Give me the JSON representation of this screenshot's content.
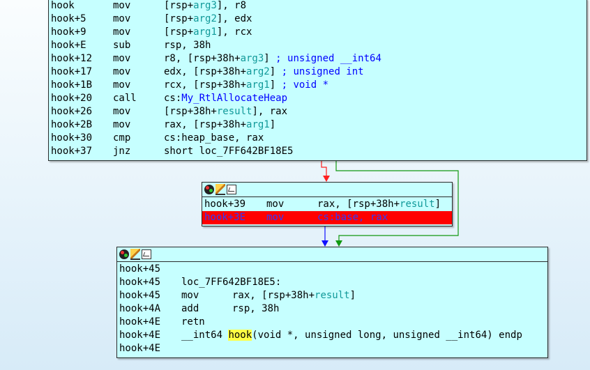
{
  "top_block": {
    "lines": [
      {
        "addr": "hook",
        "mnem": "mov",
        "ops": [
          {
            "t": "[rsp+"
          },
          {
            "t": "arg3",
            "c": "green"
          },
          {
            "t": "], r8"
          }
        ]
      },
      {
        "addr": "hook+5",
        "mnem": "mov",
        "ops": [
          {
            "t": "[rsp+"
          },
          {
            "t": "arg2",
            "c": "green"
          },
          {
            "t": "], edx"
          }
        ]
      },
      {
        "addr": "hook+9",
        "mnem": "mov",
        "ops": [
          {
            "t": "[rsp+"
          },
          {
            "t": "arg1",
            "c": "green"
          },
          {
            "t": "], rcx"
          }
        ]
      },
      {
        "addr": "hook+E",
        "mnem": "sub",
        "ops": [
          {
            "t": "rsp, 38h"
          }
        ]
      },
      {
        "addr": "hook+12",
        "mnem": "mov",
        "ops": [
          {
            "t": "r8, [rsp+38h+"
          },
          {
            "t": "arg3",
            "c": "green"
          },
          {
            "t": "] "
          },
          {
            "t": "; unsigned __int64",
            "c": "blue"
          }
        ]
      },
      {
        "addr": "hook+17",
        "mnem": "mov",
        "ops": [
          {
            "t": "edx, [rsp+38h+"
          },
          {
            "t": "arg2",
            "c": "green"
          },
          {
            "t": "] "
          },
          {
            "t": "; unsigned int",
            "c": "blue"
          }
        ]
      },
      {
        "addr": "hook+1B",
        "mnem": "mov",
        "ops": [
          {
            "t": "rcx, [rsp+38h+"
          },
          {
            "t": "arg1",
            "c": "green"
          },
          {
            "t": "] "
          },
          {
            "t": "; void *",
            "c": "blue"
          }
        ]
      },
      {
        "addr": "hook+20",
        "mnem": "call",
        "ops": [
          {
            "t": "cs:"
          },
          {
            "t": "My_RtlAllocateHeap",
            "c": "blue"
          }
        ]
      },
      {
        "addr": "hook+26",
        "mnem": "mov",
        "ops": [
          {
            "t": "[rsp+38h+"
          },
          {
            "t": "result",
            "c": "green"
          },
          {
            "t": "], rax"
          }
        ]
      },
      {
        "addr": "hook+2B",
        "mnem": "mov",
        "ops": [
          {
            "t": "rax, [rsp+38h+"
          },
          {
            "t": "arg1",
            "c": "green"
          },
          {
            "t": "]"
          }
        ]
      },
      {
        "addr": "hook+30",
        "mnem": "cmp",
        "ops": [
          {
            "t": "cs:heap_base, rax"
          }
        ]
      },
      {
        "addr": "hook+37",
        "mnem": "jnz",
        "ops": [
          {
            "t": "short loc_7FF642BF18E5"
          }
        ]
      }
    ]
  },
  "mid_block": {
    "lines": [
      {
        "addr": "hook+39",
        "mnem": "mov",
        "ops": [
          {
            "t": "rax, [rsp+38h+"
          },
          {
            "t": "result",
            "c": "green"
          },
          {
            "t": "]"
          }
        ]
      },
      {
        "addr": "hook+3E",
        "mnem": "mov",
        "ops": [
          {
            "t": "cs:base, rax"
          }
        ],
        "highlight": true
      }
    ]
  },
  "bot_block": {
    "lines": [
      {
        "addr": "hook+45",
        "mnem": "",
        "ops": []
      },
      {
        "addr": "hook+45",
        "label": "loc_7FF642BF18E5:"
      },
      {
        "addr": "hook+45",
        "mnem": "mov",
        "ops": [
          {
            "t": "rax, [rsp+38h+"
          },
          {
            "t": "result",
            "c": "green"
          },
          {
            "t": "]"
          }
        ]
      },
      {
        "addr": "hook+4A",
        "mnem": "add",
        "ops": [
          {
            "t": "rsp, 38h"
          }
        ]
      },
      {
        "addr": "hook+4E",
        "mnem": "retn",
        "ops": []
      },
      {
        "addr": "hook+4E",
        "proto": [
          {
            "t": "__int64 "
          },
          {
            "t": "hook",
            "c": "yh"
          },
          {
            "t": "(void *, unsigned long, unsigned __int64) endp"
          }
        ]
      },
      {
        "addr": "hook+4E",
        "mnem": "",
        "ops": []
      }
    ]
  },
  "edges": {
    "false_color": "#ff2020",
    "true_color": "#119911",
    "flow_color": "#1010ff"
  }
}
